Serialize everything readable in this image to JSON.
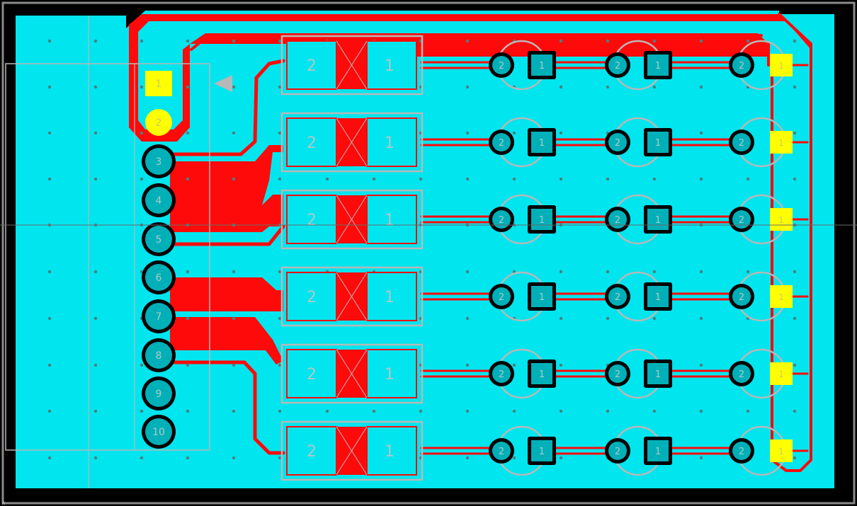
{
  "colors": {
    "background": "#000000",
    "frame": "#8a8a8a",
    "pour": "#00e5ee",
    "copper": "#ff0a0a",
    "silkscreen": "#b8b8b8",
    "via": "#4a8080",
    "pad_highlight": "#ffff00",
    "pad_normal": "#00b0b8",
    "label": "#b0c8c8"
  },
  "connector": {
    "pins": [
      "1",
      "2",
      "3",
      "4",
      "5",
      "6",
      "7",
      "8",
      "9",
      "10"
    ],
    "highlighted_pins": [
      "1",
      "2"
    ]
  },
  "resistors": [
    {
      "row": 1,
      "pad2": "2",
      "pad1": "1"
    },
    {
      "row": 2,
      "pad2": "2",
      "pad1": "1"
    },
    {
      "row": 3,
      "pad2": "2",
      "pad1": "1"
    },
    {
      "row": 4,
      "pad2": "2",
      "pad1": "1"
    },
    {
      "row": 5,
      "pad2": "2",
      "pad1": "1"
    },
    {
      "row": 6,
      "pad2": "2",
      "pad1": "1"
    }
  ],
  "led_rows": [
    {
      "row": 1,
      "leds": [
        {
          "a": "2",
          "b": "1"
        },
        {
          "a": "2",
          "b": "1"
        },
        {
          "a": "2",
          "b": "1"
        }
      ]
    },
    {
      "row": 2,
      "leds": [
        {
          "a": "2",
          "b": "1"
        },
        {
          "a": "2",
          "b": "1"
        },
        {
          "a": "2",
          "b": "1"
        }
      ]
    },
    {
      "row": 3,
      "leds": [
        {
          "a": "2",
          "b": "1"
        },
        {
          "a": "2",
          "b": "1"
        },
        {
          "a": "2",
          "b": "1"
        }
      ]
    },
    {
      "row": 4,
      "leds": [
        {
          "a": "2",
          "b": "1"
        },
        {
          "a": "2",
          "b": "1"
        },
        {
          "a": "2",
          "b": "1"
        }
      ]
    },
    {
      "row": 5,
      "leds": [
        {
          "a": "2",
          "b": "1"
        },
        {
          "a": "2",
          "b": "1"
        },
        {
          "a": "2",
          "b": "1"
        }
      ]
    },
    {
      "row": 6,
      "leds": [
        {
          "a": "2",
          "b": "1"
        },
        {
          "a": "2",
          "b": "1"
        },
        {
          "a": "2",
          "b": "1"
        }
      ]
    }
  ]
}
